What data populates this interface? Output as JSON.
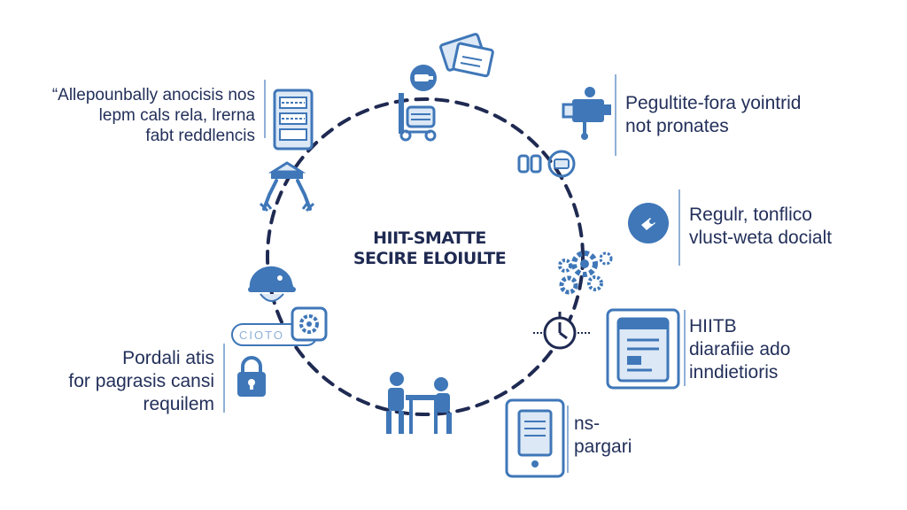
{
  "center": {
    "line1": "HIIT-SMATTE",
    "line2": "SECIRE ELOIULTE"
  },
  "labels": {
    "top_left": [
      "“Allepounbally anocisis nos",
      "lepm cals rela, lrerna",
      "fabt reddlencis"
    ],
    "top_right": [
      "Pegultite-fora yointrid",
      "not pronates"
    ],
    "mid_right": [
      "Regulr, tonflico",
      "vlust-weta docialt"
    ],
    "lower_right": [
      "HIITB",
      "diarafiie ado",
      "inndietioris"
    ],
    "bottom_right": [
      "ns-",
      "pargari"
    ],
    "lower_left": [
      "Pordali atis",
      "for pagrasis cansi",
      "requilem"
    ]
  },
  "device_text": "CIOTO",
  "icons": [
    "documents-icon",
    "security-camera-icon",
    "workstation-icon",
    "data-server-icon",
    "robot-arms-icon",
    "control-machine-icon",
    "sensors-icon",
    "info-badge-icon",
    "gears-icon",
    "timer-icon",
    "calendar-icon",
    "tablet-icon",
    "people-desk-icon",
    "lock-icon",
    "helmet-icon",
    "device-gear-icon"
  ],
  "colors": {
    "ring": "#1f2a52",
    "icon_fill": "#3f77b8",
    "icon_light": "#dce8f6",
    "divider": "#8fb0d6",
    "text": "#23305a"
  }
}
